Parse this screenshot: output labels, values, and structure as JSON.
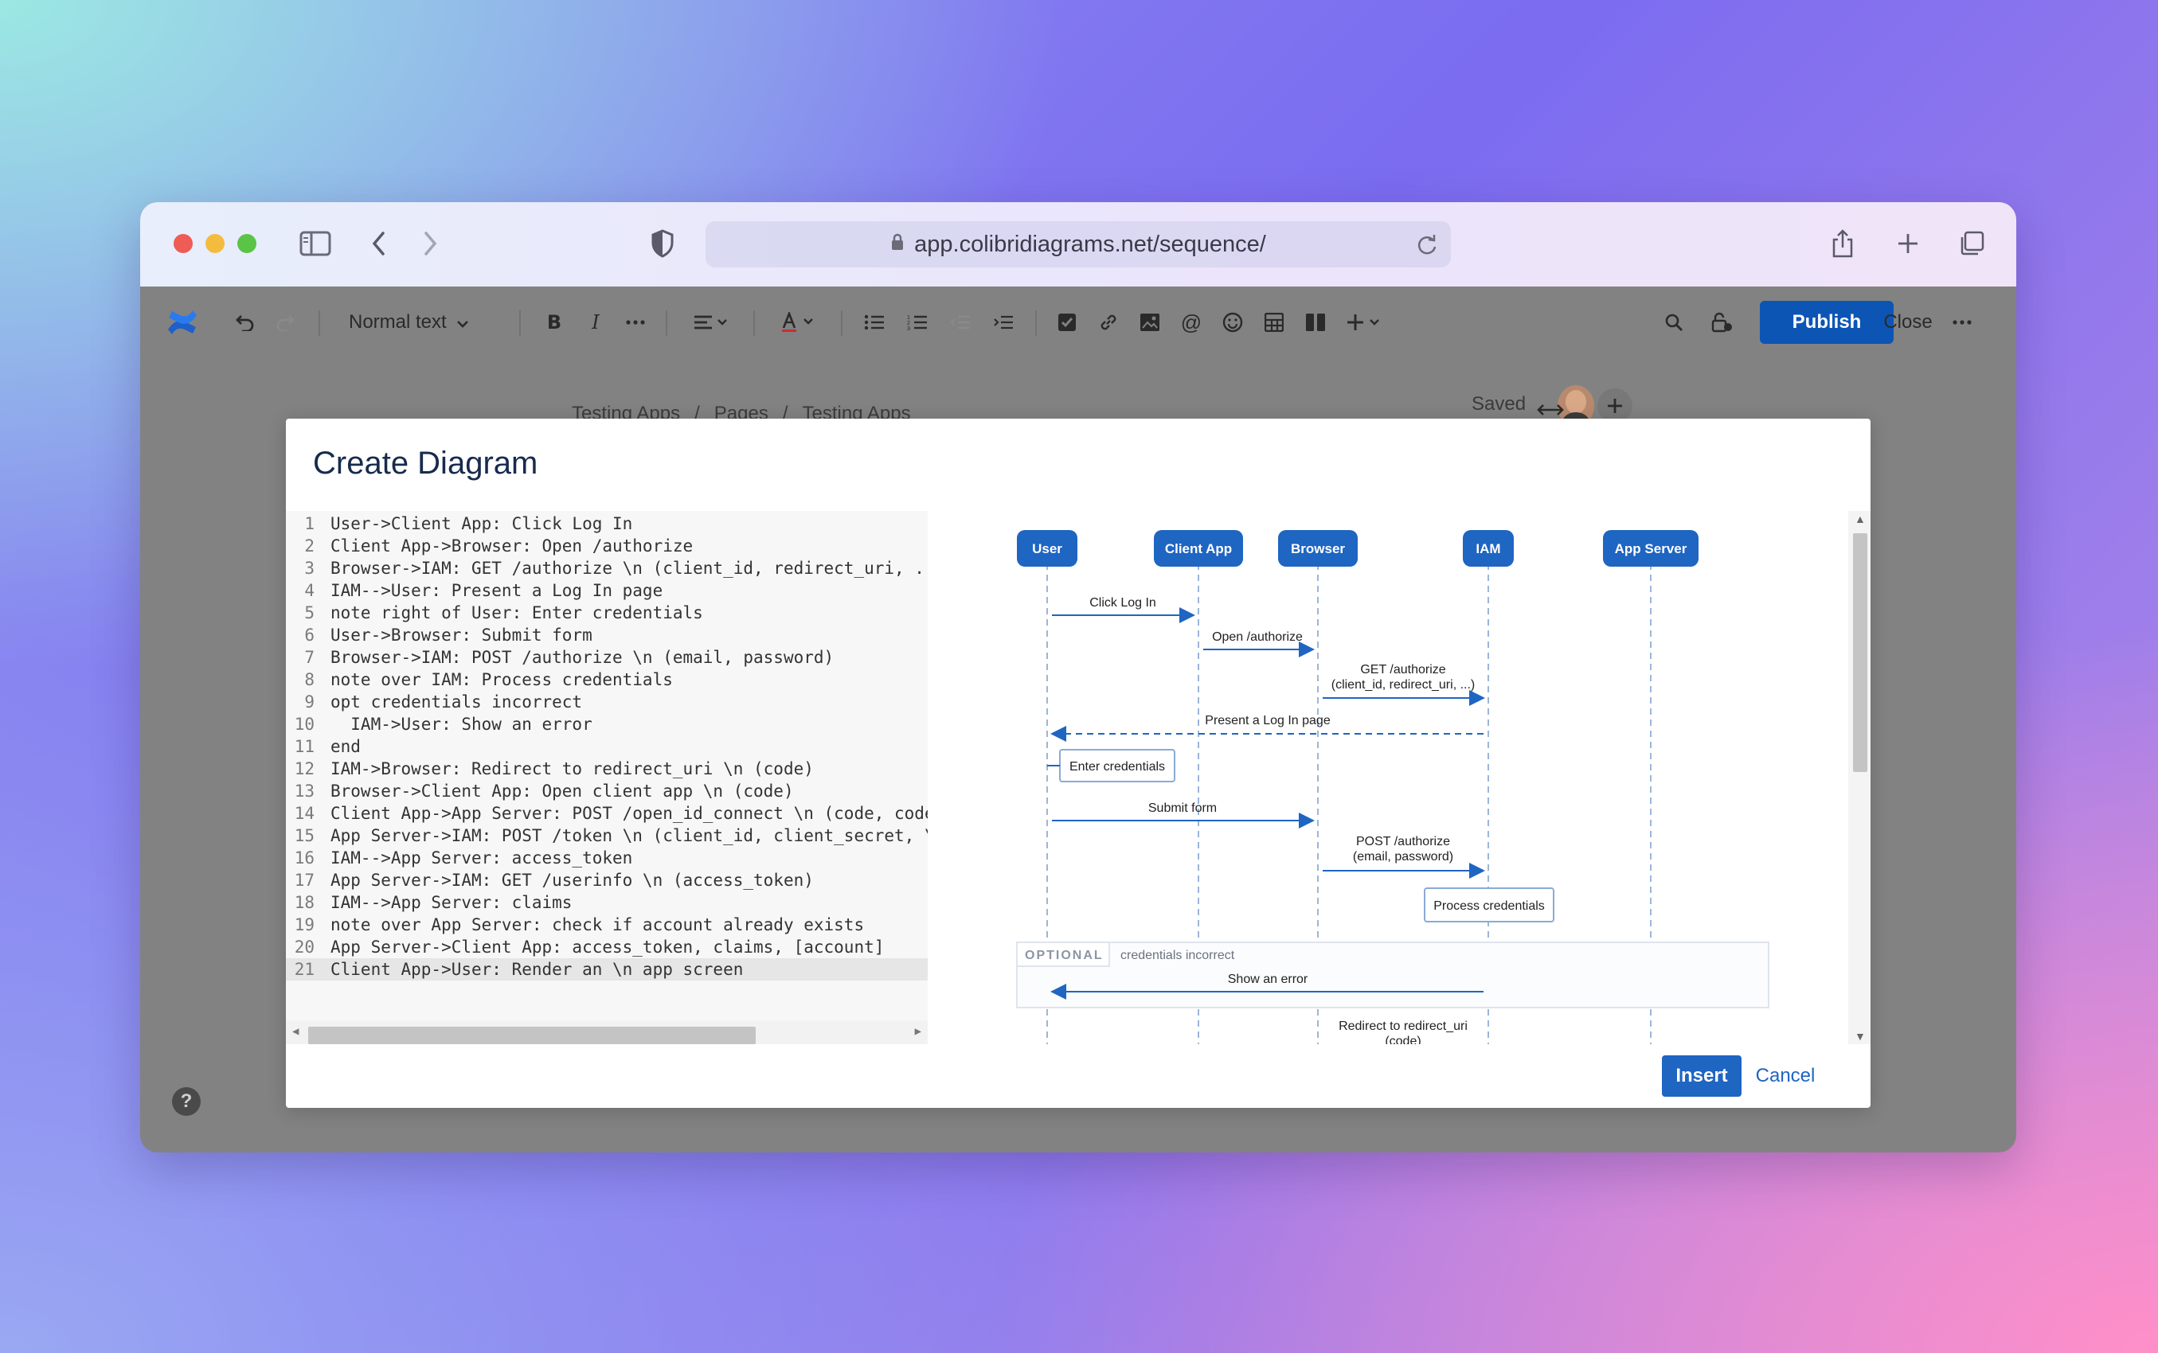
{
  "browser": {
    "url": "app.colibridiagrams.net/sequence/",
    "icons": [
      "sidebar-icon",
      "back-icon",
      "forward-icon",
      "shield-icon",
      "lock-icon",
      "reload-icon",
      "share-icon",
      "new-tab-icon",
      "tabs-icon"
    ]
  },
  "toolbar": {
    "text_style": "Normal text",
    "saved_label": "Saved",
    "publish_label": "Publish",
    "close_label": "Close"
  },
  "breadcrumbs": [
    "Testing Apps",
    "/",
    "Pages",
    "/",
    "Testing Apps"
  ],
  "dialog": {
    "title": "Create Diagram",
    "insert_label": "Insert",
    "cancel_label": "Cancel"
  },
  "code": [
    {
      "n": "1",
      "text": "User->Client App: Click Log In"
    },
    {
      "n": "2",
      "text": "Client App->Browser: Open /authorize"
    },
    {
      "n": "3",
      "text": "Browser->IAM: GET /authorize \\n (client_id, redirect_uri, ..."
    },
    {
      "n": "4",
      "text": "IAM-->User: Present a Log In page"
    },
    {
      "n": "5",
      "text": "note right of User: Enter credentials"
    },
    {
      "n": "6",
      "text": "User->Browser: Submit form"
    },
    {
      "n": "7",
      "text": "Browser->IAM: POST /authorize \\n (email, password)"
    },
    {
      "n": "8",
      "text": "note over IAM: Process credentials"
    },
    {
      "n": "9",
      "text": "opt credentials incorrect"
    },
    {
      "n": "10",
      "text": "  IAM->User: Show an error"
    },
    {
      "n": "11",
      "text": "end"
    },
    {
      "n": "12",
      "text": "IAM->Browser: Redirect to redirect_uri \\n (code)"
    },
    {
      "n": "13",
      "text": "Browser->Client App: Open client app \\n (code)"
    },
    {
      "n": "14",
      "text": "Client App->App Server: POST /open_id_connect \\n (code, code_"
    },
    {
      "n": "15",
      "text": "App Server->IAM: POST /token \\n (client_id, client_secret, \\n"
    },
    {
      "n": "16",
      "text": "IAM-->App Server: access_token"
    },
    {
      "n": "17",
      "text": "App Server->IAM: GET /userinfo \\n (access_token)"
    },
    {
      "n": "18",
      "text": "IAM-->App Server: claims"
    },
    {
      "n": "19",
      "text": "note over App Server: check if account already exists"
    },
    {
      "n": "20",
      "text": "App Server->Client App: access_token, claims, [account]"
    },
    {
      "n": "21",
      "text": "Client App->User: Render an \\n app screen"
    }
  ],
  "diagram": {
    "participants": [
      "User",
      "Client App",
      "Browser",
      "IAM",
      "App Server"
    ],
    "messages": {
      "m1": "Click Log In",
      "m2": "Open /authorize",
      "m3a": "GET /authorize",
      "m3b": "(client_id, redirect_uri, ...)",
      "m4": "Present a Log In page",
      "n1": "Enter credentials",
      "m5": "Submit form",
      "m6a": "POST /authorize",
      "m6b": "(email, password)",
      "n2": "Process credentials",
      "opt_tag": "OPTIONAL",
      "opt_cond": "credentials incorrect",
      "m7": "Show an error",
      "m8a": "Redirect to redirect_uri",
      "m8b": "(code)"
    },
    "accent": "#1f65c2"
  },
  "preview_tools": [
    "download-icon",
    "info-icon",
    "help-icon"
  ],
  "colors": {
    "publish": "#0c55b5",
    "insert": "#1f65c2",
    "participant": "#1f65c2"
  }
}
